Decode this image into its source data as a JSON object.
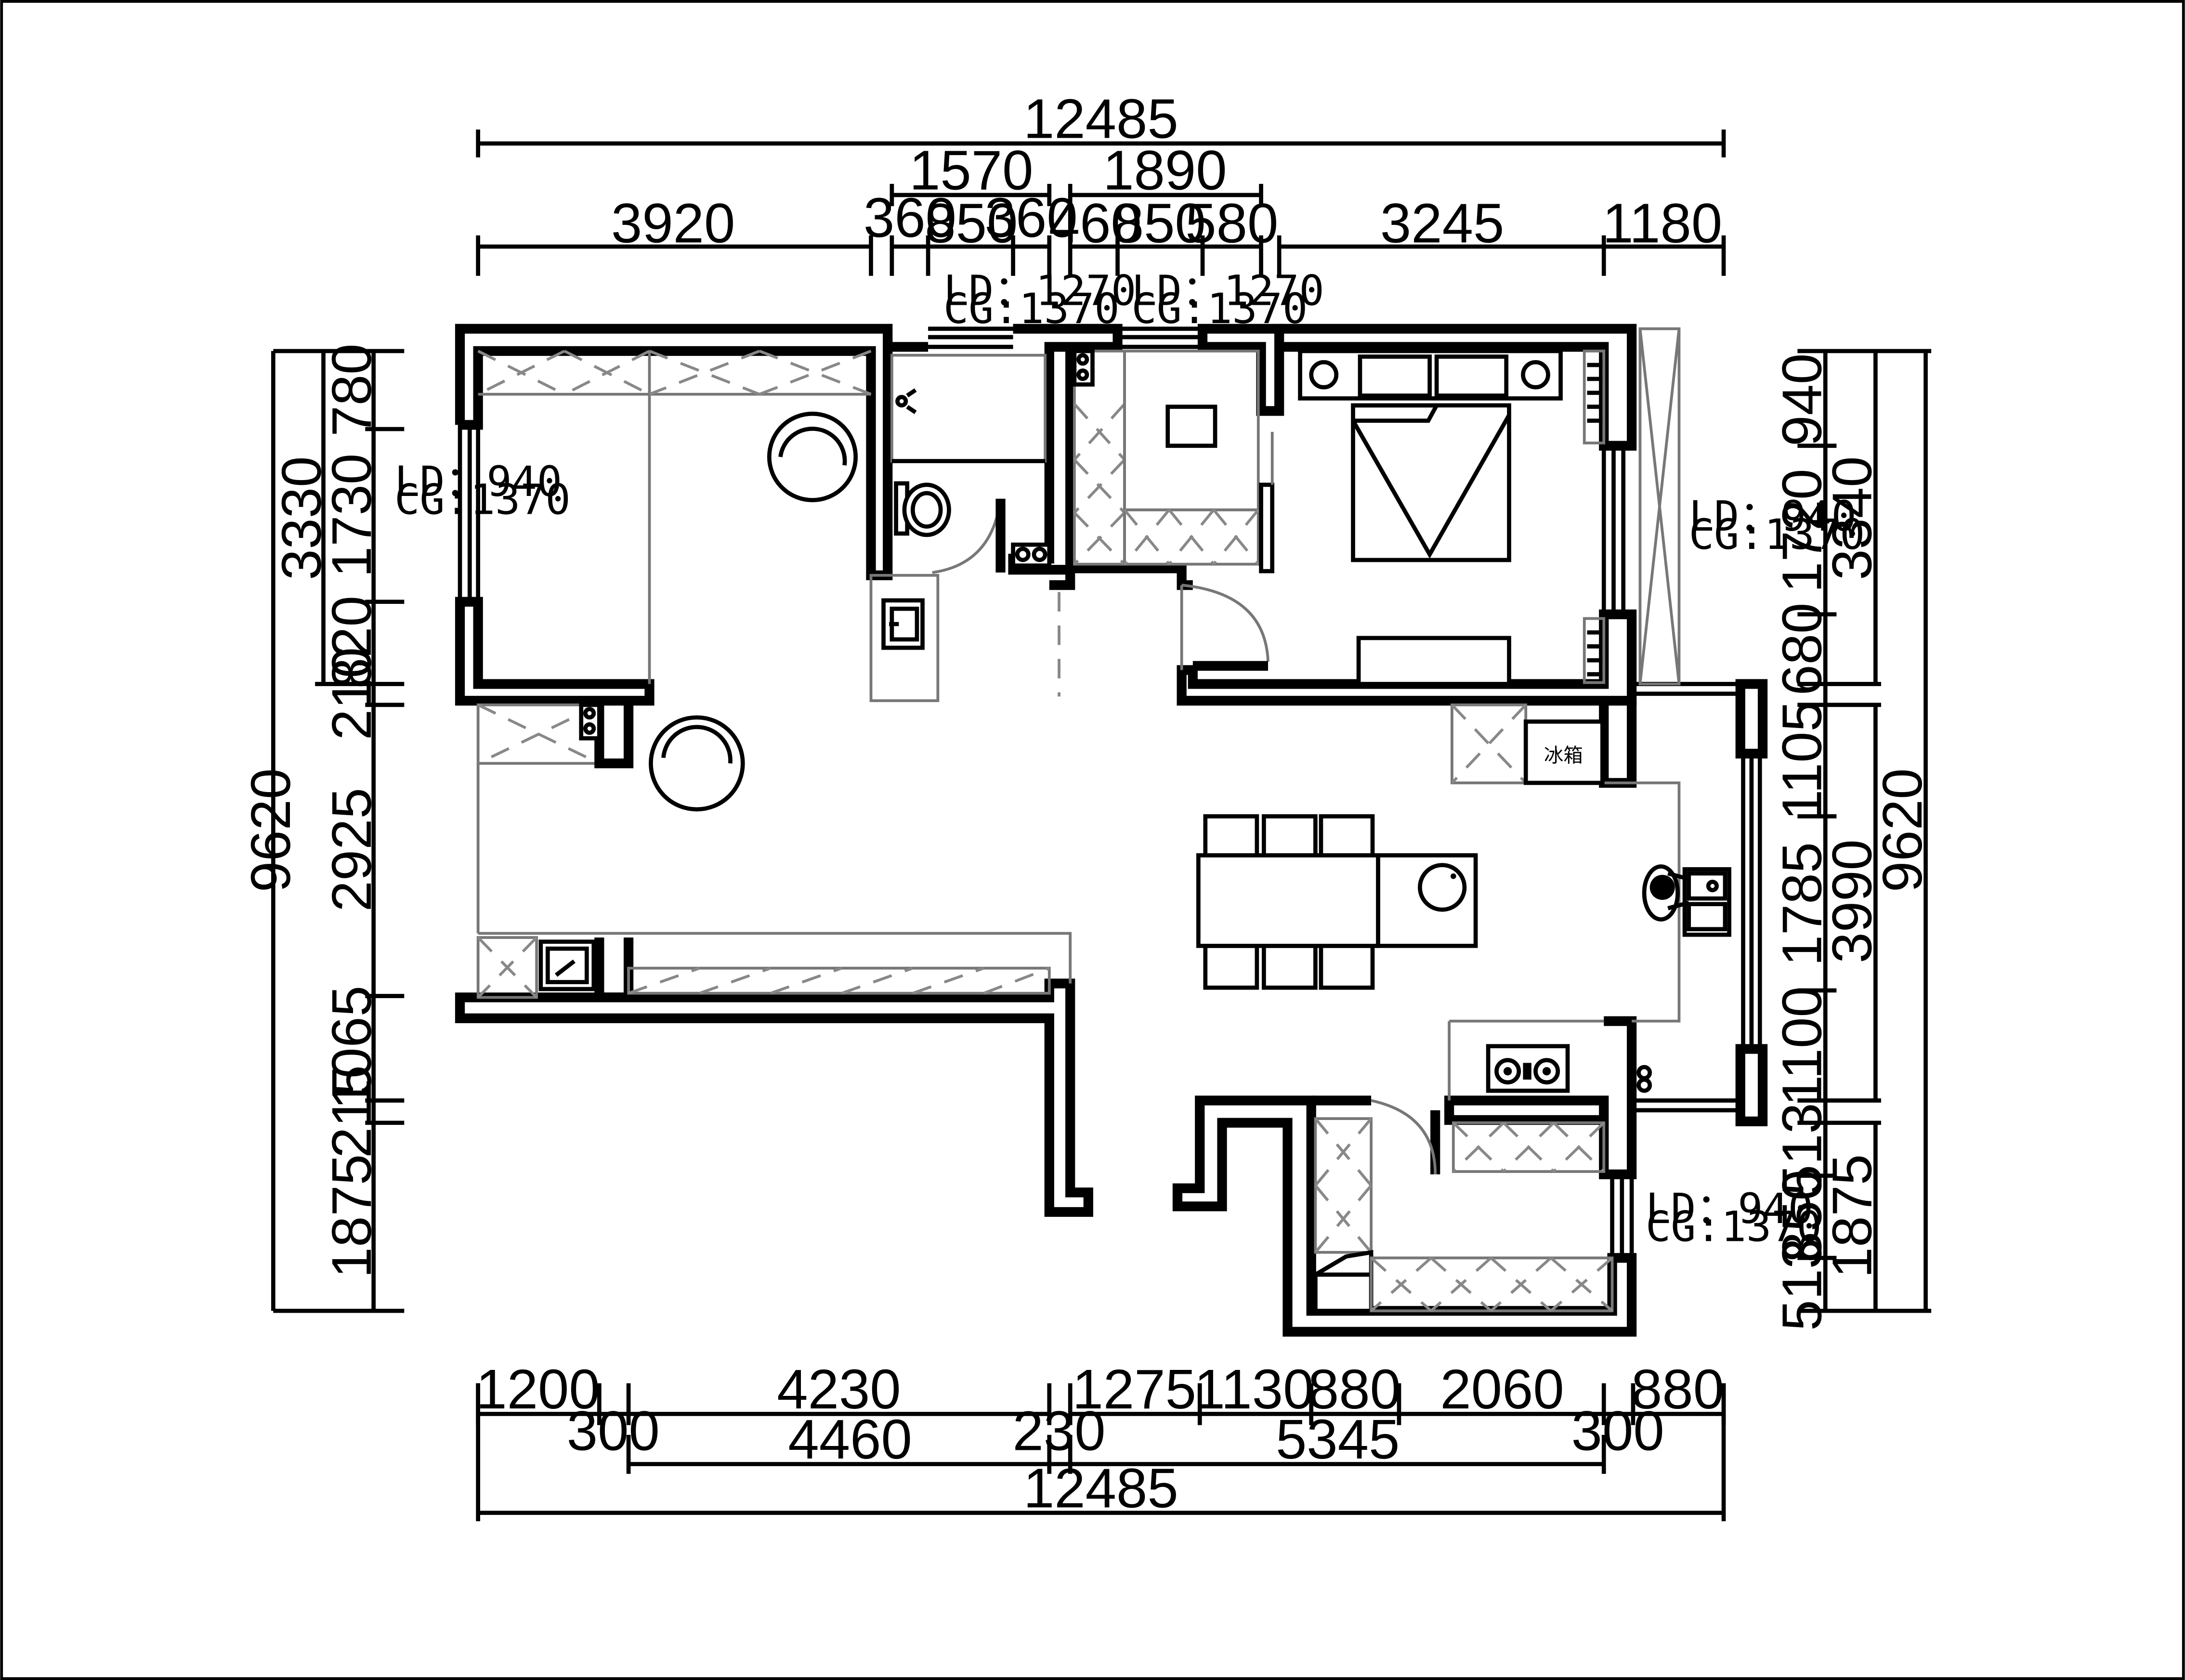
{
  "top_dimensions": {
    "overall": "12485",
    "window_a": {
      "total": "1570",
      "parts": [
        "360",
        "850",
        "360"
      ]
    },
    "window_b": {
      "total": "1890",
      "parts": [
        "460",
        "850",
        "580"
      ]
    },
    "segments": [
      "3920",
      "3245",
      "1180"
    ]
  },
  "bottom_dimensions": {
    "row1": [
      "1200",
      "4230",
      "1275",
      "1130",
      "880",
      "2060",
      "880"
    ],
    "row2": [
      "300",
      "4460",
      "230",
      "5345",
      "300"
    ],
    "overall": "12485"
  },
  "left_dimensions": {
    "overall": "9620",
    "middle": "3330",
    "segments": [
      "780",
      "1730",
      "820",
      "210",
      "2925",
      "1065",
      "215",
      "1875"
    ]
  },
  "right_dimensions": {
    "overall": "9620",
    "middle": [
      "3340",
      "3990",
      "1875"
    ],
    "segments": [
      "940",
      "1720",
      "680",
      "1105",
      "1785",
      "1100",
      "513",
      "850",
      "513"
    ]
  },
  "window_notes": [
    {
      "ld": "LD：1270",
      "cg": "CG:1370"
    },
    {
      "ld": "LD：1270",
      "cg": "CG:1370"
    },
    {
      "ld": "LD：940",
      "cg": "CG:1370"
    },
    {
      "ld": "LD：940",
      "cg": "CG:1370"
    },
    {
      "ld": "LD：940",
      "cg": "CG:1370"
    }
  ],
  "labels": {
    "fridge": "冰箱"
  }
}
